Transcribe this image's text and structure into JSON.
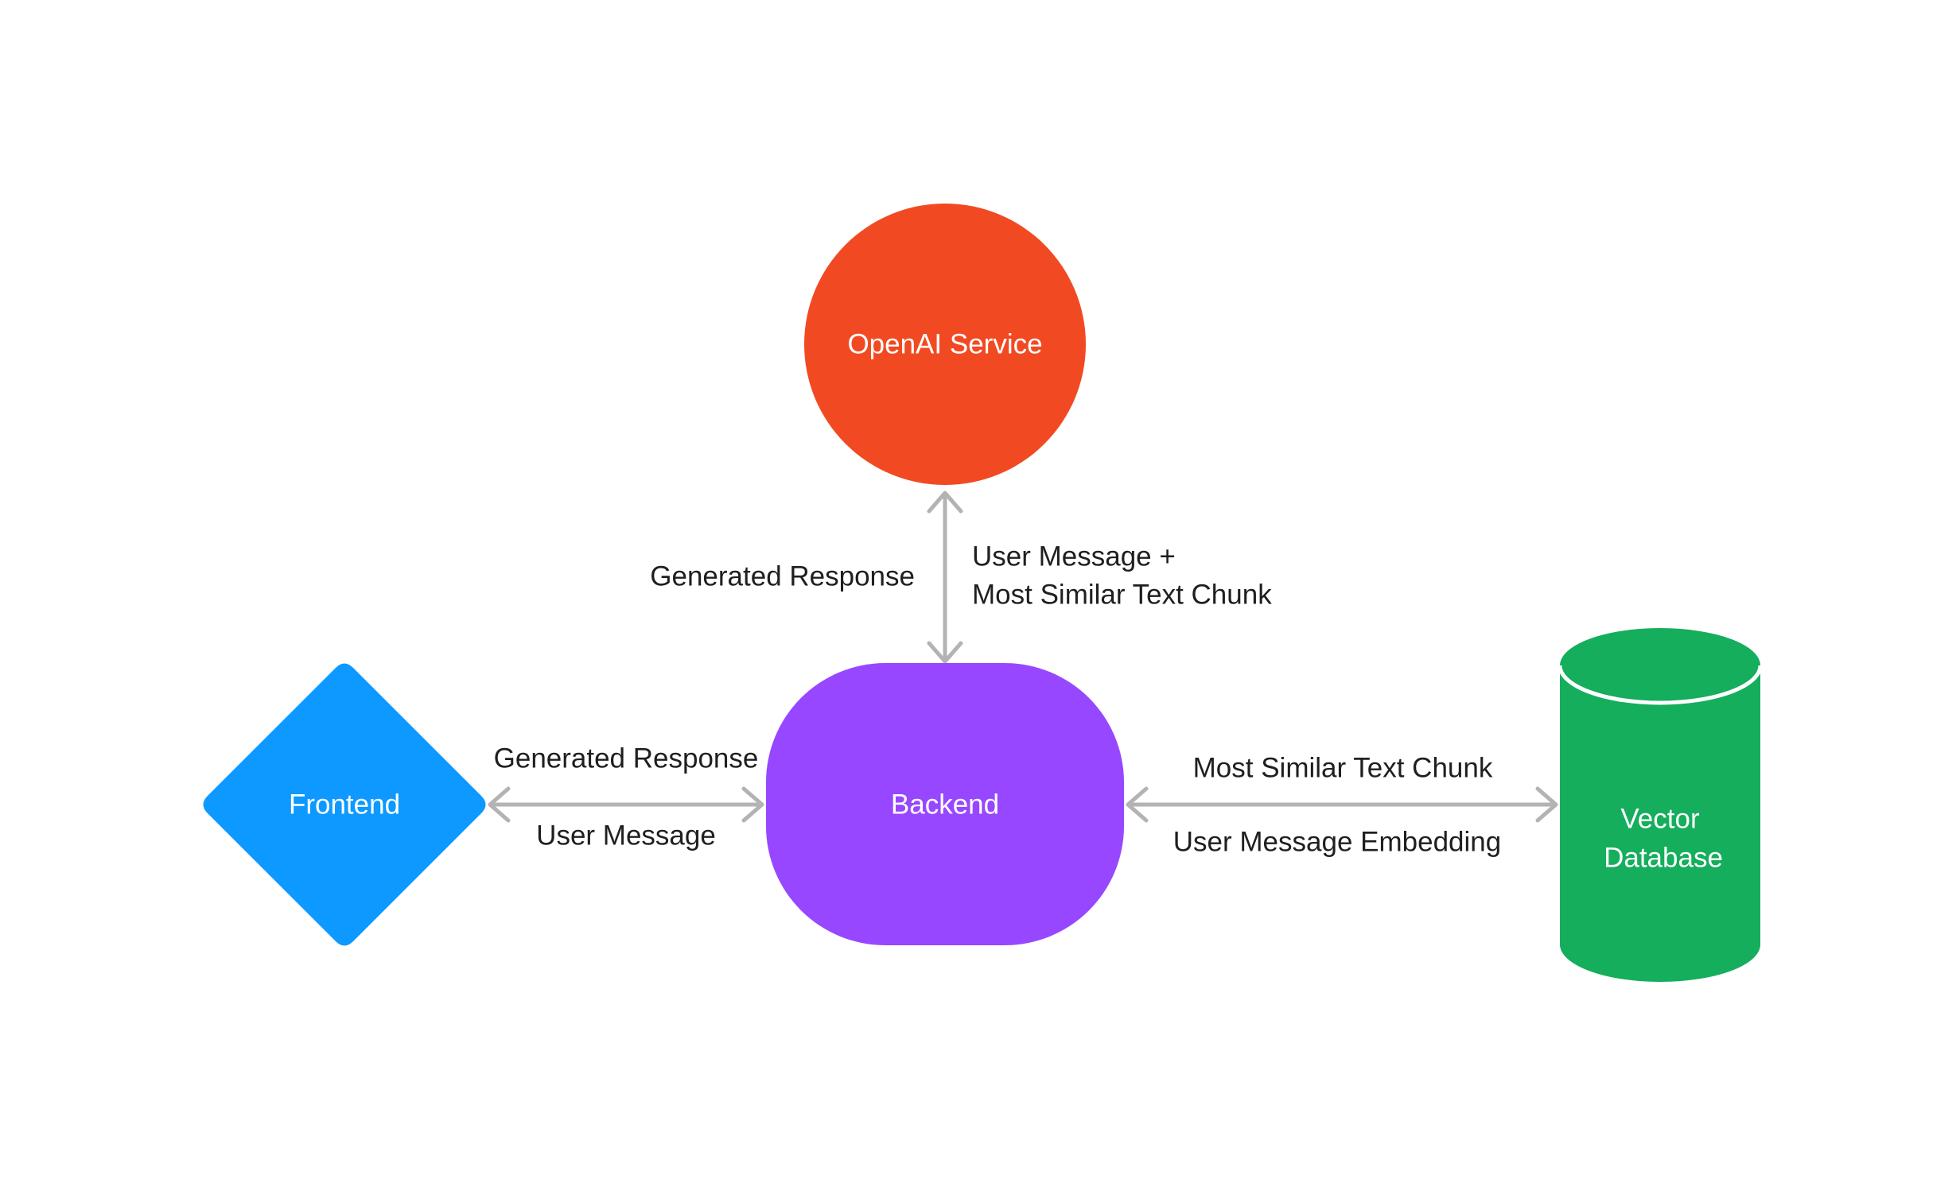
{
  "colors": {
    "openai": "#F14A22",
    "frontend": "#0D99FF",
    "backend": "#9747FF",
    "database": "#14AE5C",
    "arrow": "#B3B3B3",
    "text_dark": "#1F1F1F",
    "text_light": "#FFFFFF",
    "background": "#FFFFFF"
  },
  "nodes": {
    "openai": {
      "label": "OpenAI Service",
      "shape": "circle"
    },
    "frontend": {
      "label": "Frontend",
      "shape": "diamond"
    },
    "backend": {
      "label": "Backend",
      "shape": "rounded-rectangle"
    },
    "database": {
      "label_line1": "Vector",
      "label_line2": "Database",
      "shape": "cylinder"
    }
  },
  "edges": {
    "backend_openai": {
      "direction": "bidirectional",
      "left_label": "Generated Response",
      "right_label_line1": "User Message +",
      "right_label_line2": "Most Similar Text Chunk"
    },
    "frontend_backend": {
      "direction": "bidirectional",
      "top_label": "Generated Response",
      "bottom_label": "User Message"
    },
    "backend_database": {
      "direction": "bidirectional",
      "top_label": "Most Similar Text Chunk",
      "bottom_label": "User Message Embedding"
    }
  }
}
